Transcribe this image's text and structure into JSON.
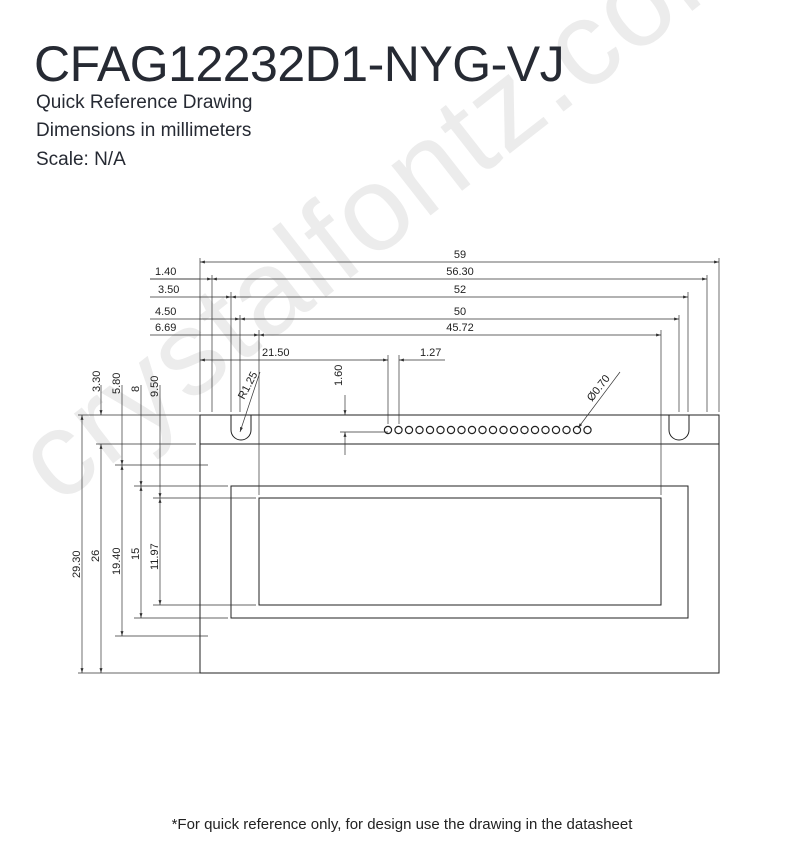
{
  "header": {
    "title": "CFAG12232D1-NYG-VJ",
    "line1": "Quick Reference Drawing",
    "line2": "Dimensions in millimeters",
    "line3": "Scale: N/A"
  },
  "watermark": "crystalfontz.com",
  "footer": "*For quick reference only, for design use the drawing in the datasheet",
  "dimensions": {
    "overall_width": "59",
    "mount_offset": "1.40",
    "mount_span": "56.30",
    "bezel_offset": "3.50",
    "bezel_width": "52",
    "viewing_offset": "4.50",
    "viewing_width": "50",
    "active_offset": "6.69",
    "active_width": "45.72",
    "pin1_offset": "21.50",
    "pin_pitch": "1.27",
    "radius": "R1.25",
    "pin_row_offset": "1.60",
    "hole_dia": "Ø0.70",
    "top_3_30": "3.30",
    "top_5_80": "5.80",
    "top_8": "8",
    "top_9_50": "9.50",
    "overall_height": "29.30",
    "height_26": "26",
    "height_19_40": "19.40",
    "height_15": "15",
    "height_11_97": "11.97"
  }
}
